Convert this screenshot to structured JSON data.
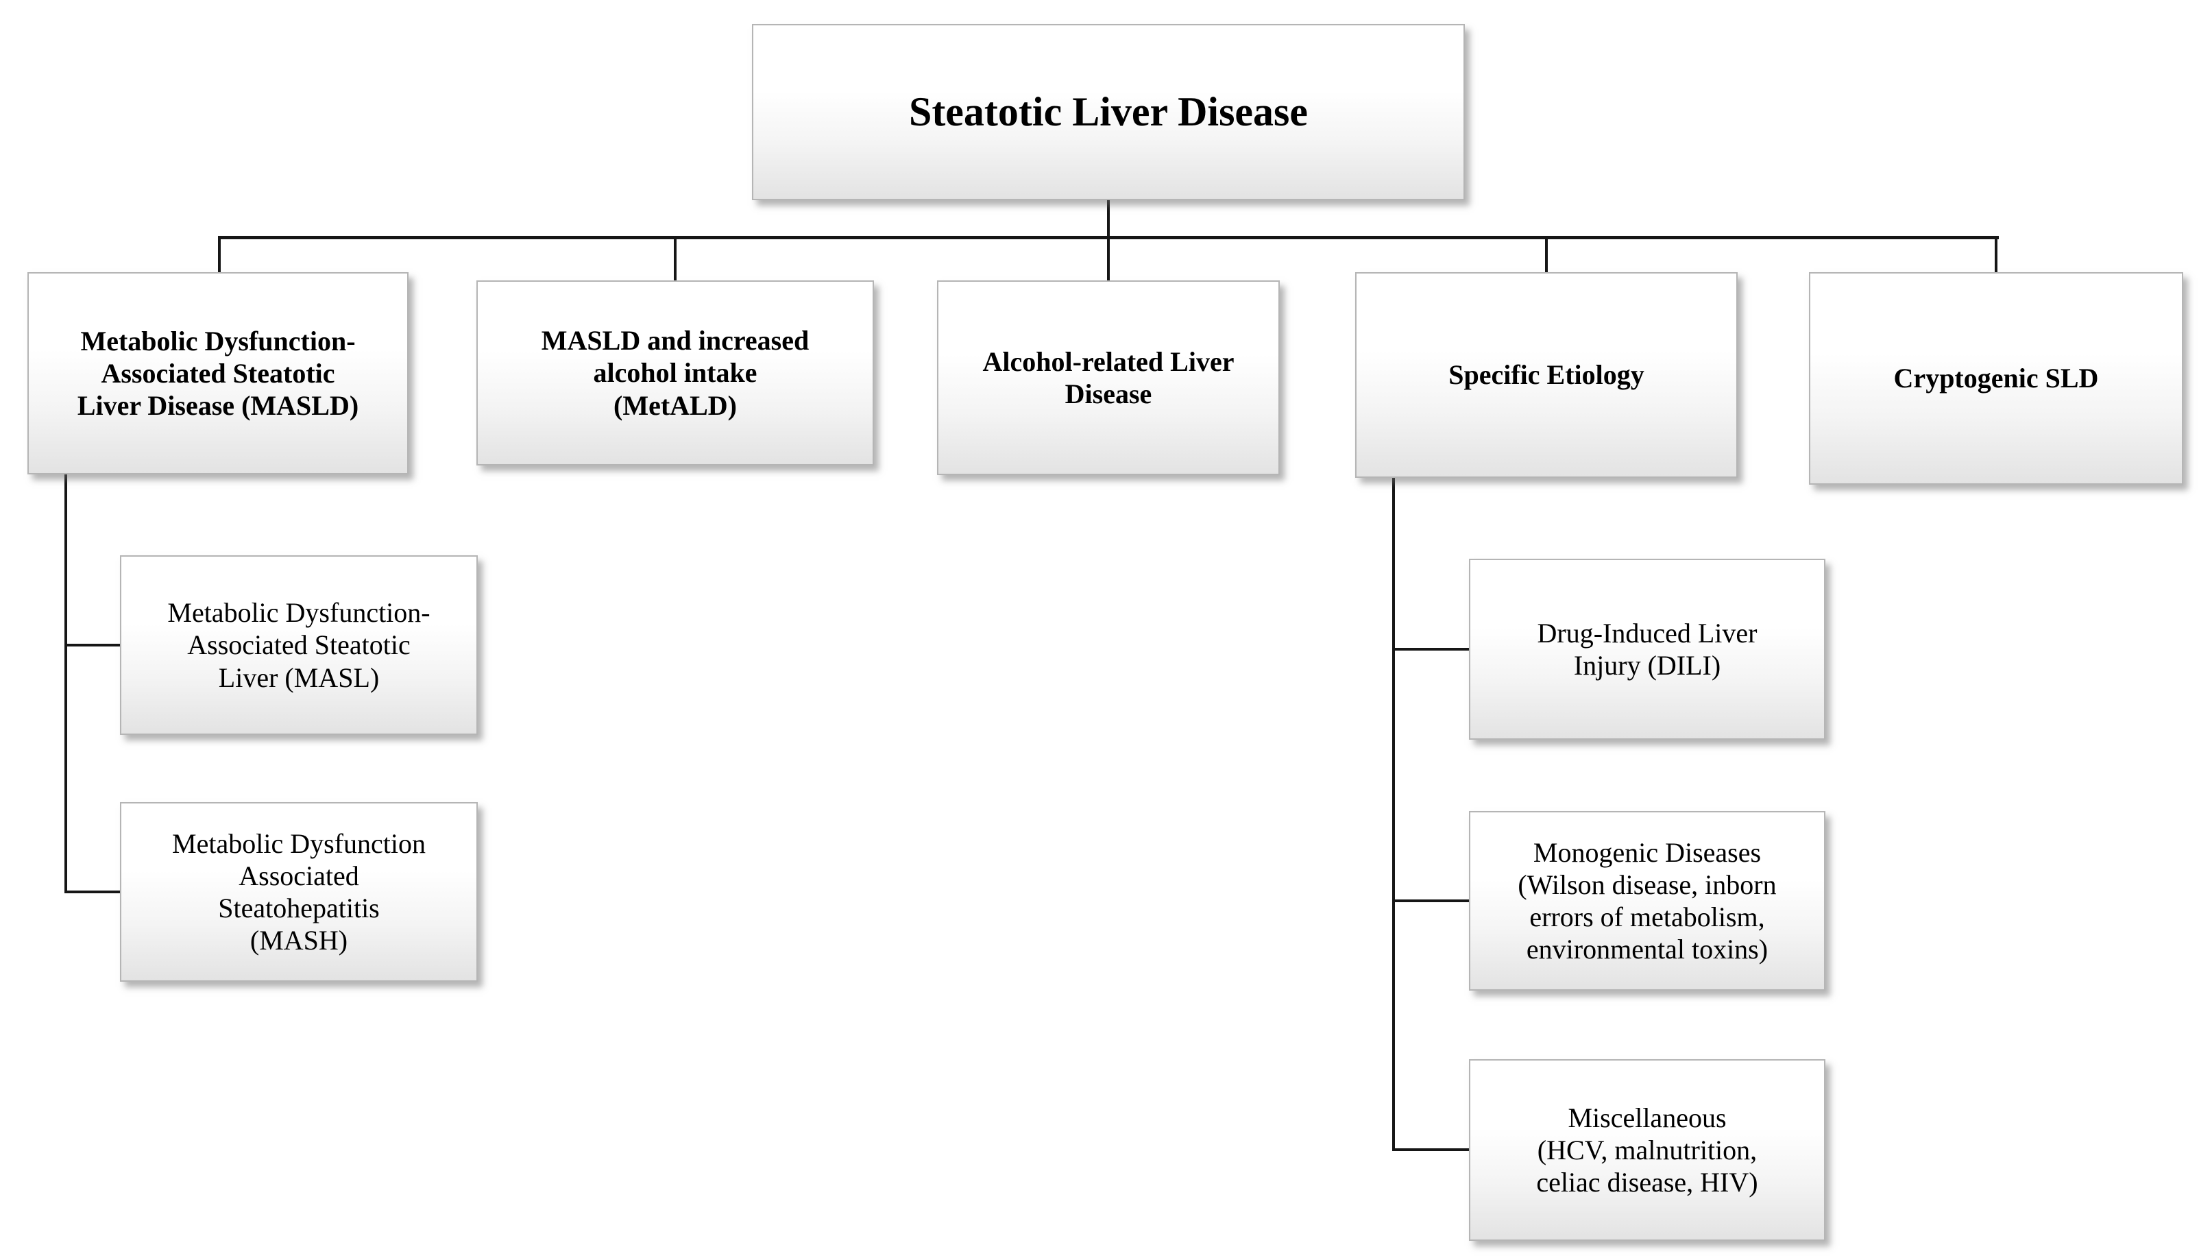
{
  "diagram": {
    "title": "Steatotic Liver Disease classification flowchart",
    "root": {
      "label": "Steatotic Liver Disease"
    },
    "categories": [
      {
        "id": "masld",
        "label": "Metabolic Dysfunction-\nAssociated Steatotic\nLiver Disease (MASLD)",
        "children": [
          {
            "label": "Metabolic Dysfunction-\nAssociated Steatotic\nLiver (MASL)"
          },
          {
            "label": "Metabolic Dysfunction\nAssociated\nSteatohepatitis\n(MASH)"
          }
        ]
      },
      {
        "id": "metald",
        "label": "MASLD and increased\nalcohol intake\n(MetALD)",
        "children": []
      },
      {
        "id": "ald",
        "label": "Alcohol-related Liver\nDisease",
        "children": []
      },
      {
        "id": "specific-etiology",
        "label": "Specific Etiology",
        "children": [
          {
            "label": "Drug-Induced Liver\nInjury (DILI)"
          },
          {
            "label": "Monogenic Diseases\n(Wilson disease, inborn\nerrors of metabolism,\nenvironmental toxins)"
          },
          {
            "label": "Miscellaneous\n(HCV, malnutrition,\nceliac disease, HIV)"
          }
        ]
      },
      {
        "id": "cryptogenic",
        "label": "Cryptogenic SLD",
        "children": []
      }
    ],
    "colors": {
      "background": "#ffffff",
      "box_fill_top": "#ffffff",
      "box_fill_bottom": "#e3e3e3",
      "box_border": "#b5b5b5",
      "connector_line": "#161616",
      "text": "#000000"
    }
  }
}
